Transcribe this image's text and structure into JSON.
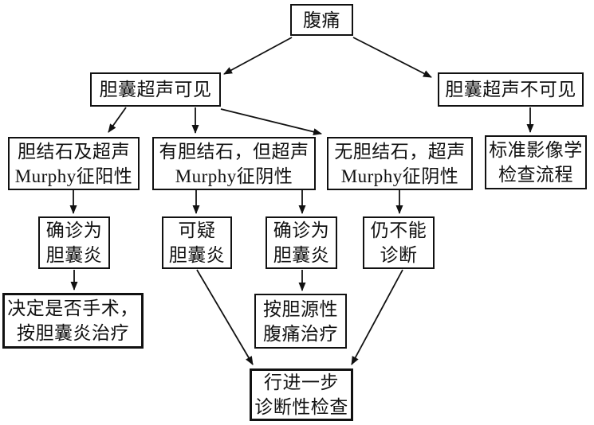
{
  "diagram": {
    "type": "flowchart",
    "language": "zh-CN",
    "colors": {
      "background": "#ffffff",
      "ink": "#111111"
    },
    "nodes": {
      "abdominal_pain": {
        "label": "腹痛"
      },
      "us_visible": {
        "label": "胆囊超声可见"
      },
      "us_not_visible": {
        "label": "胆囊超声不可见"
      },
      "stones_murphy_positive": {
        "label": "胆结石及超声\nMurphy征阳性"
      },
      "stones_murphy_negative": {
        "label": "有胆结石，但超声\nMurphy征阴性"
      },
      "no_stones_murphy_negative": {
        "label": "无胆结石，超声\nMurphy征阴性"
      },
      "standard_imaging": {
        "label": "标准影像学\n检查流程"
      },
      "confirmed_cholecystitis_left": {
        "label": "确诊为\n胆囊炎"
      },
      "suspected_cholecystitis": {
        "label": "可疑\n胆囊炎"
      },
      "confirmed_cholecystitis_mid": {
        "label": "确诊为\n胆囊炎"
      },
      "still_undiagnosed": {
        "label": "仍不能\n诊断"
      },
      "decide_surgery": {
        "label": "决定是否手术，\n按胆囊炎治疗"
      },
      "treat_biliary_pain": {
        "label": "按胆源性\n腹痛治疗"
      },
      "further_diagnostic_tests": {
        "label": "行进一步\n诊断性检查"
      }
    },
    "edges": [
      {
        "from": "abdominal_pain",
        "to": "us_visible"
      },
      {
        "from": "abdominal_pain",
        "to": "us_not_visible"
      },
      {
        "from": "us_visible",
        "to": "stones_murphy_positive"
      },
      {
        "from": "us_visible",
        "to": "stones_murphy_negative"
      },
      {
        "from": "us_visible",
        "to": "no_stones_murphy_negative"
      },
      {
        "from": "us_not_visible",
        "to": "standard_imaging"
      },
      {
        "from": "stones_murphy_positive",
        "to": "confirmed_cholecystitis_left"
      },
      {
        "from": "stones_murphy_negative",
        "to": "suspected_cholecystitis"
      },
      {
        "from": "stones_murphy_negative",
        "to": "confirmed_cholecystitis_mid"
      },
      {
        "from": "no_stones_murphy_negative",
        "to": "still_undiagnosed"
      },
      {
        "from": "confirmed_cholecystitis_left",
        "to": "decide_surgery"
      },
      {
        "from": "confirmed_cholecystitis_mid",
        "to": "treat_biliary_pain"
      },
      {
        "from": "suspected_cholecystitis",
        "to": "further_diagnostic_tests"
      },
      {
        "from": "still_undiagnosed",
        "to": "further_diagnostic_tests"
      }
    ]
  }
}
